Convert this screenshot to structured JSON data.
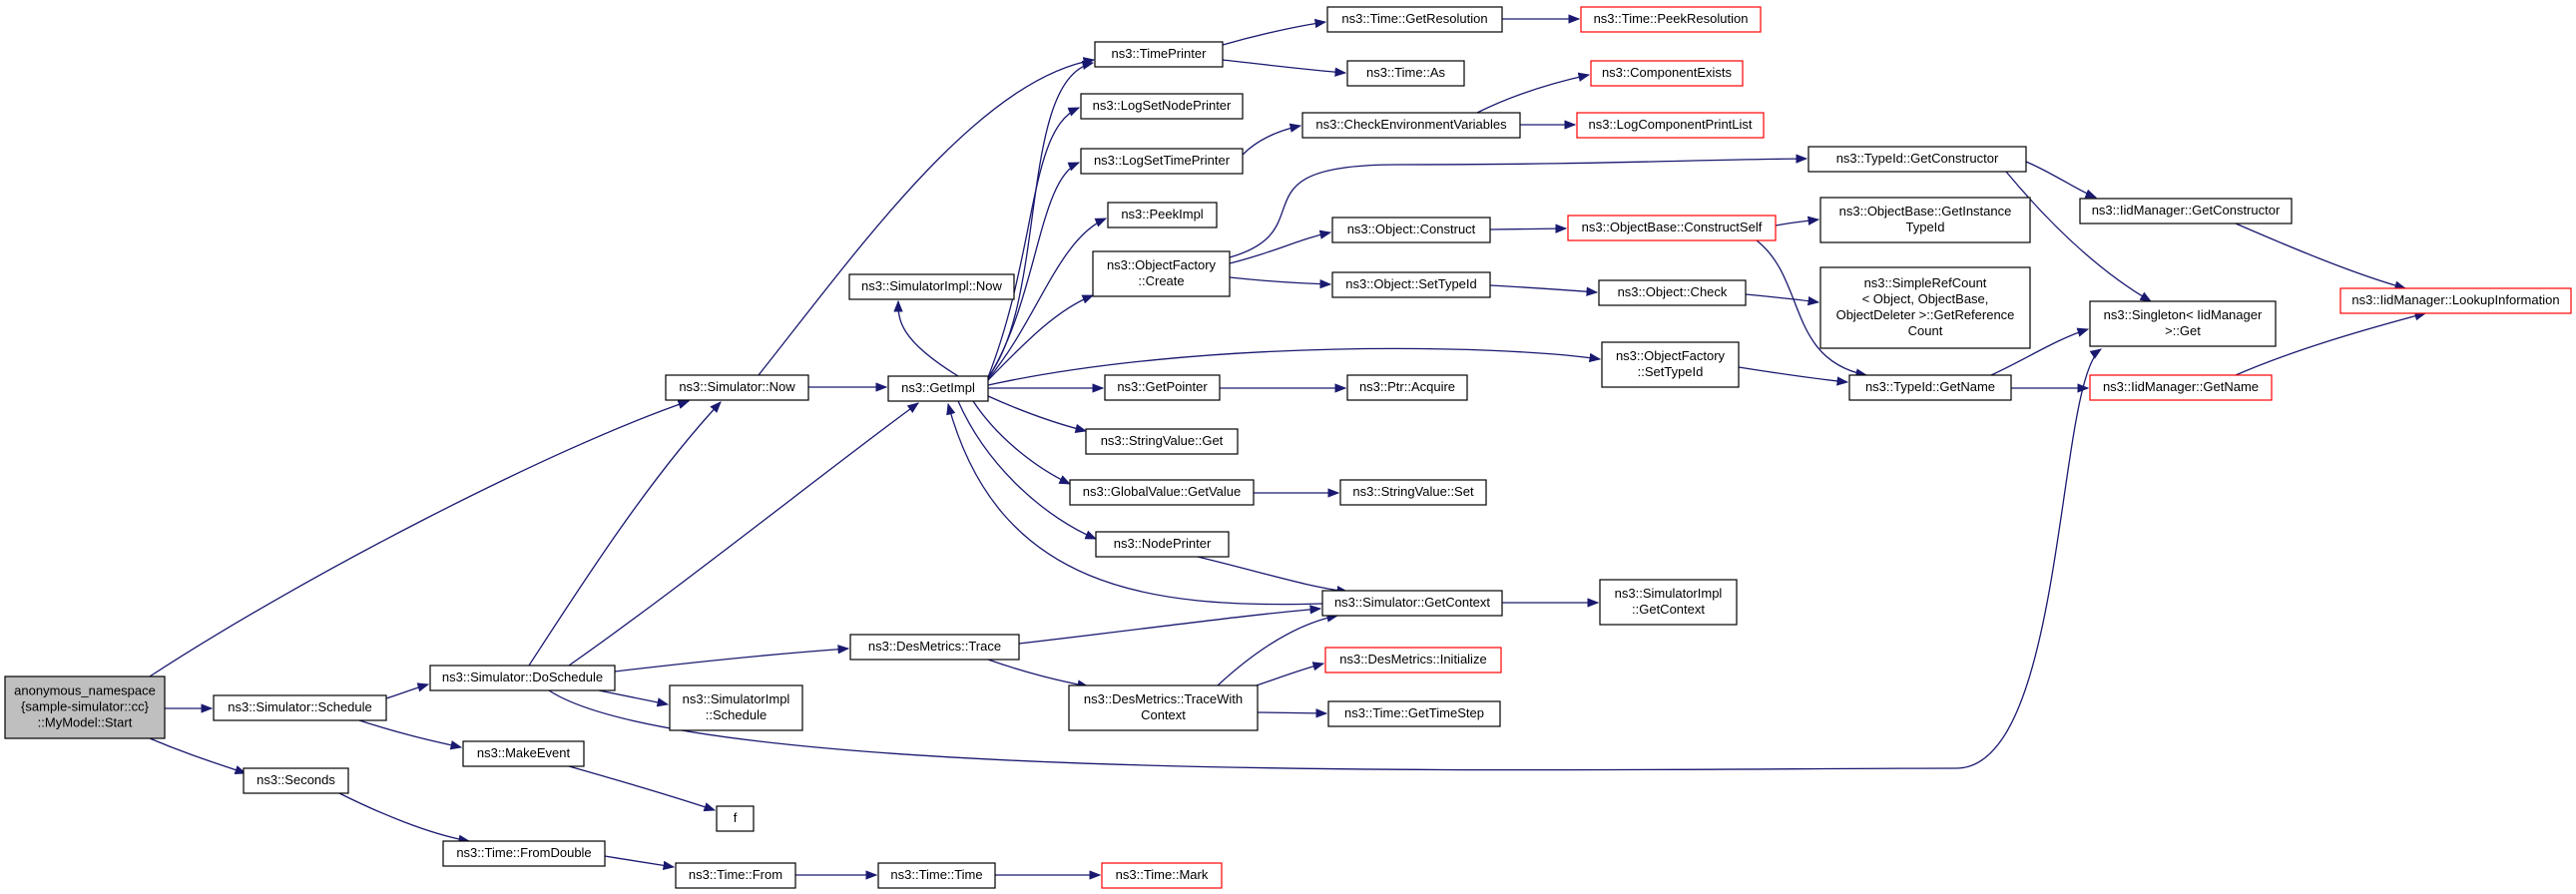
{
  "nodes": {
    "root": {
      "lines": [
        "anonymous_namespace",
        "{sample-simulator::cc}",
        "::MyModel::Start"
      ],
      "kind": "root"
    },
    "sim_now": {
      "lines": [
        "ns3::Simulator::Now"
      ]
    },
    "sim_schedule": {
      "lines": [
        "ns3::Simulator::Schedule"
      ]
    },
    "seconds": {
      "lines": [
        "ns3::Seconds"
      ]
    },
    "time_printer": {
      "lines": [
        "ns3::TimePrinter"
      ]
    },
    "time_getres": {
      "lines": [
        "ns3::Time::GetResolution"
      ]
    },
    "time_peekres": {
      "lines": [
        "ns3::Time::PeekResolution"
      ],
      "kind": "ext"
    },
    "time_as": {
      "lines": [
        "ns3::Time::As"
      ]
    },
    "log_node_printer": {
      "lines": [
        "ns3::LogSetNodePrinter"
      ]
    },
    "log_time_printer": {
      "lines": [
        "ns3::LogSetTimePrinter"
      ]
    },
    "check_env": {
      "lines": [
        "ns3::CheckEnvironmentVariables"
      ]
    },
    "comp_exists": {
      "lines": [
        "ns3::ComponentExists"
      ],
      "kind": "ext"
    },
    "log_comp_list": {
      "lines": [
        "ns3::LogComponentPrintList"
      ],
      "kind": "ext"
    },
    "peek_impl": {
      "lines": [
        "ns3::PeekImpl"
      ]
    },
    "obj_factory_create": {
      "lines": [
        "ns3::ObjectFactory",
        "::Create"
      ]
    },
    "obj_construct": {
      "lines": [
        "ns3::Object::Construct"
      ]
    },
    "objbase_construct": {
      "lines": [
        "ns3::ObjectBase::ConstructSelf"
      ],
      "kind": "ext"
    },
    "objbase_getinst": {
      "lines": [
        "ns3::ObjectBase::GetInstance",
        "TypeId"
      ]
    },
    "obj_settypeid": {
      "lines": [
        "ns3::Object::SetTypeId"
      ]
    },
    "obj_check": {
      "lines": [
        "ns3::Object::Check"
      ]
    },
    "simple_ref": {
      "lines": [
        "ns3::SimpleRefCount",
        "< Object, ObjectBase,",
        "ObjectDeleter >::GetReference",
        "Count"
      ]
    },
    "typeid_getctor": {
      "lines": [
        "ns3::TypeId::GetConstructor"
      ]
    },
    "iidmgr_getctor": {
      "lines": [
        "ns3::IidManager::GetConstructor"
      ]
    },
    "iidmgr_lookup": {
      "lines": [
        "ns3::IidManager::LookupInformation"
      ],
      "kind": "ext"
    },
    "singleton_get": {
      "lines": [
        "ns3::Singleton< IidManager",
        ">::Get"
      ]
    },
    "simimpl_now": {
      "lines": [
        "ns3::SimulatorImpl::Now"
      ]
    },
    "get_impl": {
      "lines": [
        "ns3::GetImpl"
      ]
    },
    "objfactory_settypeid": {
      "lines": [
        "ns3::ObjectFactory",
        "::SetTypeId"
      ]
    },
    "typeid_getname": {
      "lines": [
        "ns3::TypeId::GetName"
      ]
    },
    "iidmgr_getname": {
      "lines": [
        "ns3::IidManager::GetName"
      ],
      "kind": "ext"
    },
    "get_pointer": {
      "lines": [
        "ns3::GetPointer"
      ]
    },
    "ptr_acquire": {
      "lines": [
        "ns3::Ptr::Acquire"
      ]
    },
    "stringvalue_get": {
      "lines": [
        "ns3::StringValue::Get"
      ]
    },
    "globalvalue_get": {
      "lines": [
        "ns3::GlobalValue::GetValue"
      ]
    },
    "stringvalue_set": {
      "lines": [
        "ns3::StringValue::Set"
      ]
    },
    "node_printer": {
      "lines": [
        "ns3::NodePrinter"
      ]
    },
    "sim_getcontext": {
      "lines": [
        "ns3::Simulator::GetContext"
      ]
    },
    "simimpl_getcontext": {
      "lines": [
        "ns3::SimulatorImpl",
        "::GetContext"
      ]
    },
    "sim_doschedule": {
      "lines": [
        "ns3::Simulator::DoSchedule"
      ]
    },
    "desmetrics_trace": {
      "lines": [
        "ns3::DesMetrics::Trace"
      ]
    },
    "desmetrics_tracectx": {
      "lines": [
        "ns3::DesMetrics::TraceWith",
        "Context"
      ]
    },
    "desmetrics_init": {
      "lines": [
        "ns3::DesMetrics::Initialize"
      ],
      "kind": "ext"
    },
    "time_gettimestep": {
      "lines": [
        "ns3::Time::GetTimeStep"
      ]
    },
    "simimpl_schedule": {
      "lines": [
        "ns3::SimulatorImpl",
        "::Schedule"
      ]
    },
    "make_event": {
      "lines": [
        "ns3::MakeEvent"
      ]
    },
    "f": {
      "lines": [
        "f"
      ]
    },
    "time_fromdouble": {
      "lines": [
        "ns3::Time::FromDouble"
      ]
    },
    "time_from": {
      "lines": [
        "ns3::Time::From"
      ]
    },
    "time_time": {
      "lines": [
        "ns3::Time::Time"
      ]
    },
    "time_mark": {
      "lines": [
        "ns3::Time::Mark"
      ],
      "kind": "ext"
    }
  },
  "colors": {
    "edge": "#191970",
    "box": "#000000",
    "external_box": "#ff0000",
    "root_fill": "#bfbfbf"
  }
}
